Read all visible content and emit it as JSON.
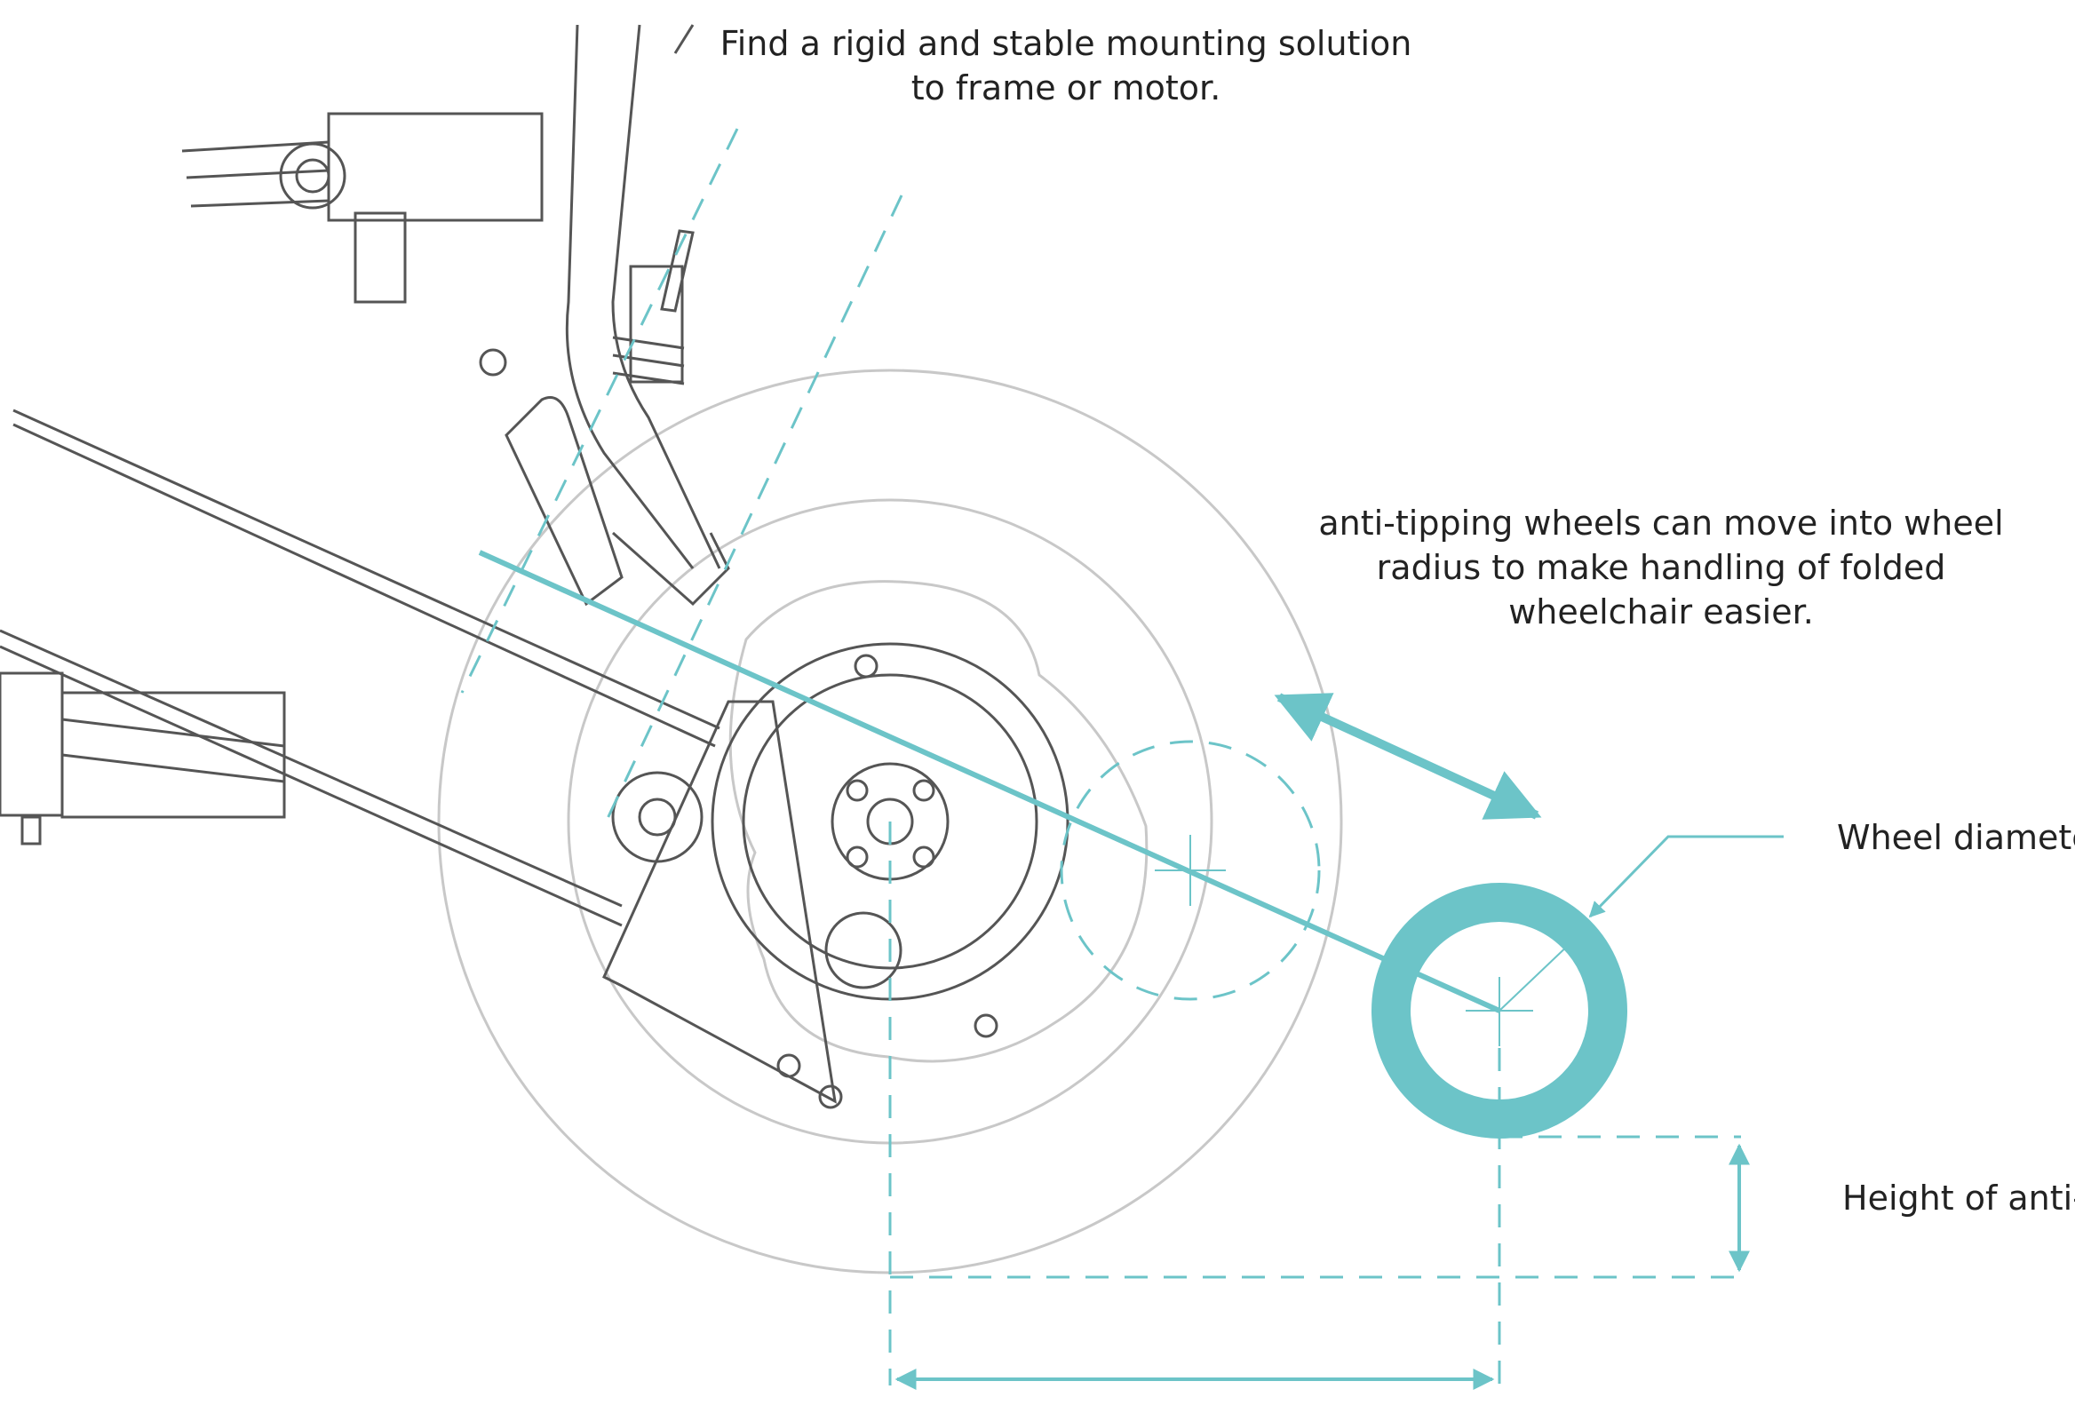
{
  "annotations": {
    "mounting": "Find a rigid and stable mounting solution\nto frame or motor.",
    "tipping": "anti-tipping wheels can move into wheel\nradius to make handling of folded\nwheelchair easier.",
    "wheel_diameter": "Wheel diamete",
    "height": "Height of anti-"
  },
  "colors": {
    "accent": "#6cc4c8",
    "line_dark": "#555555",
    "line_light": "#c8c8c8",
    "text": "#222222",
    "background": "#ffffff"
  }
}
